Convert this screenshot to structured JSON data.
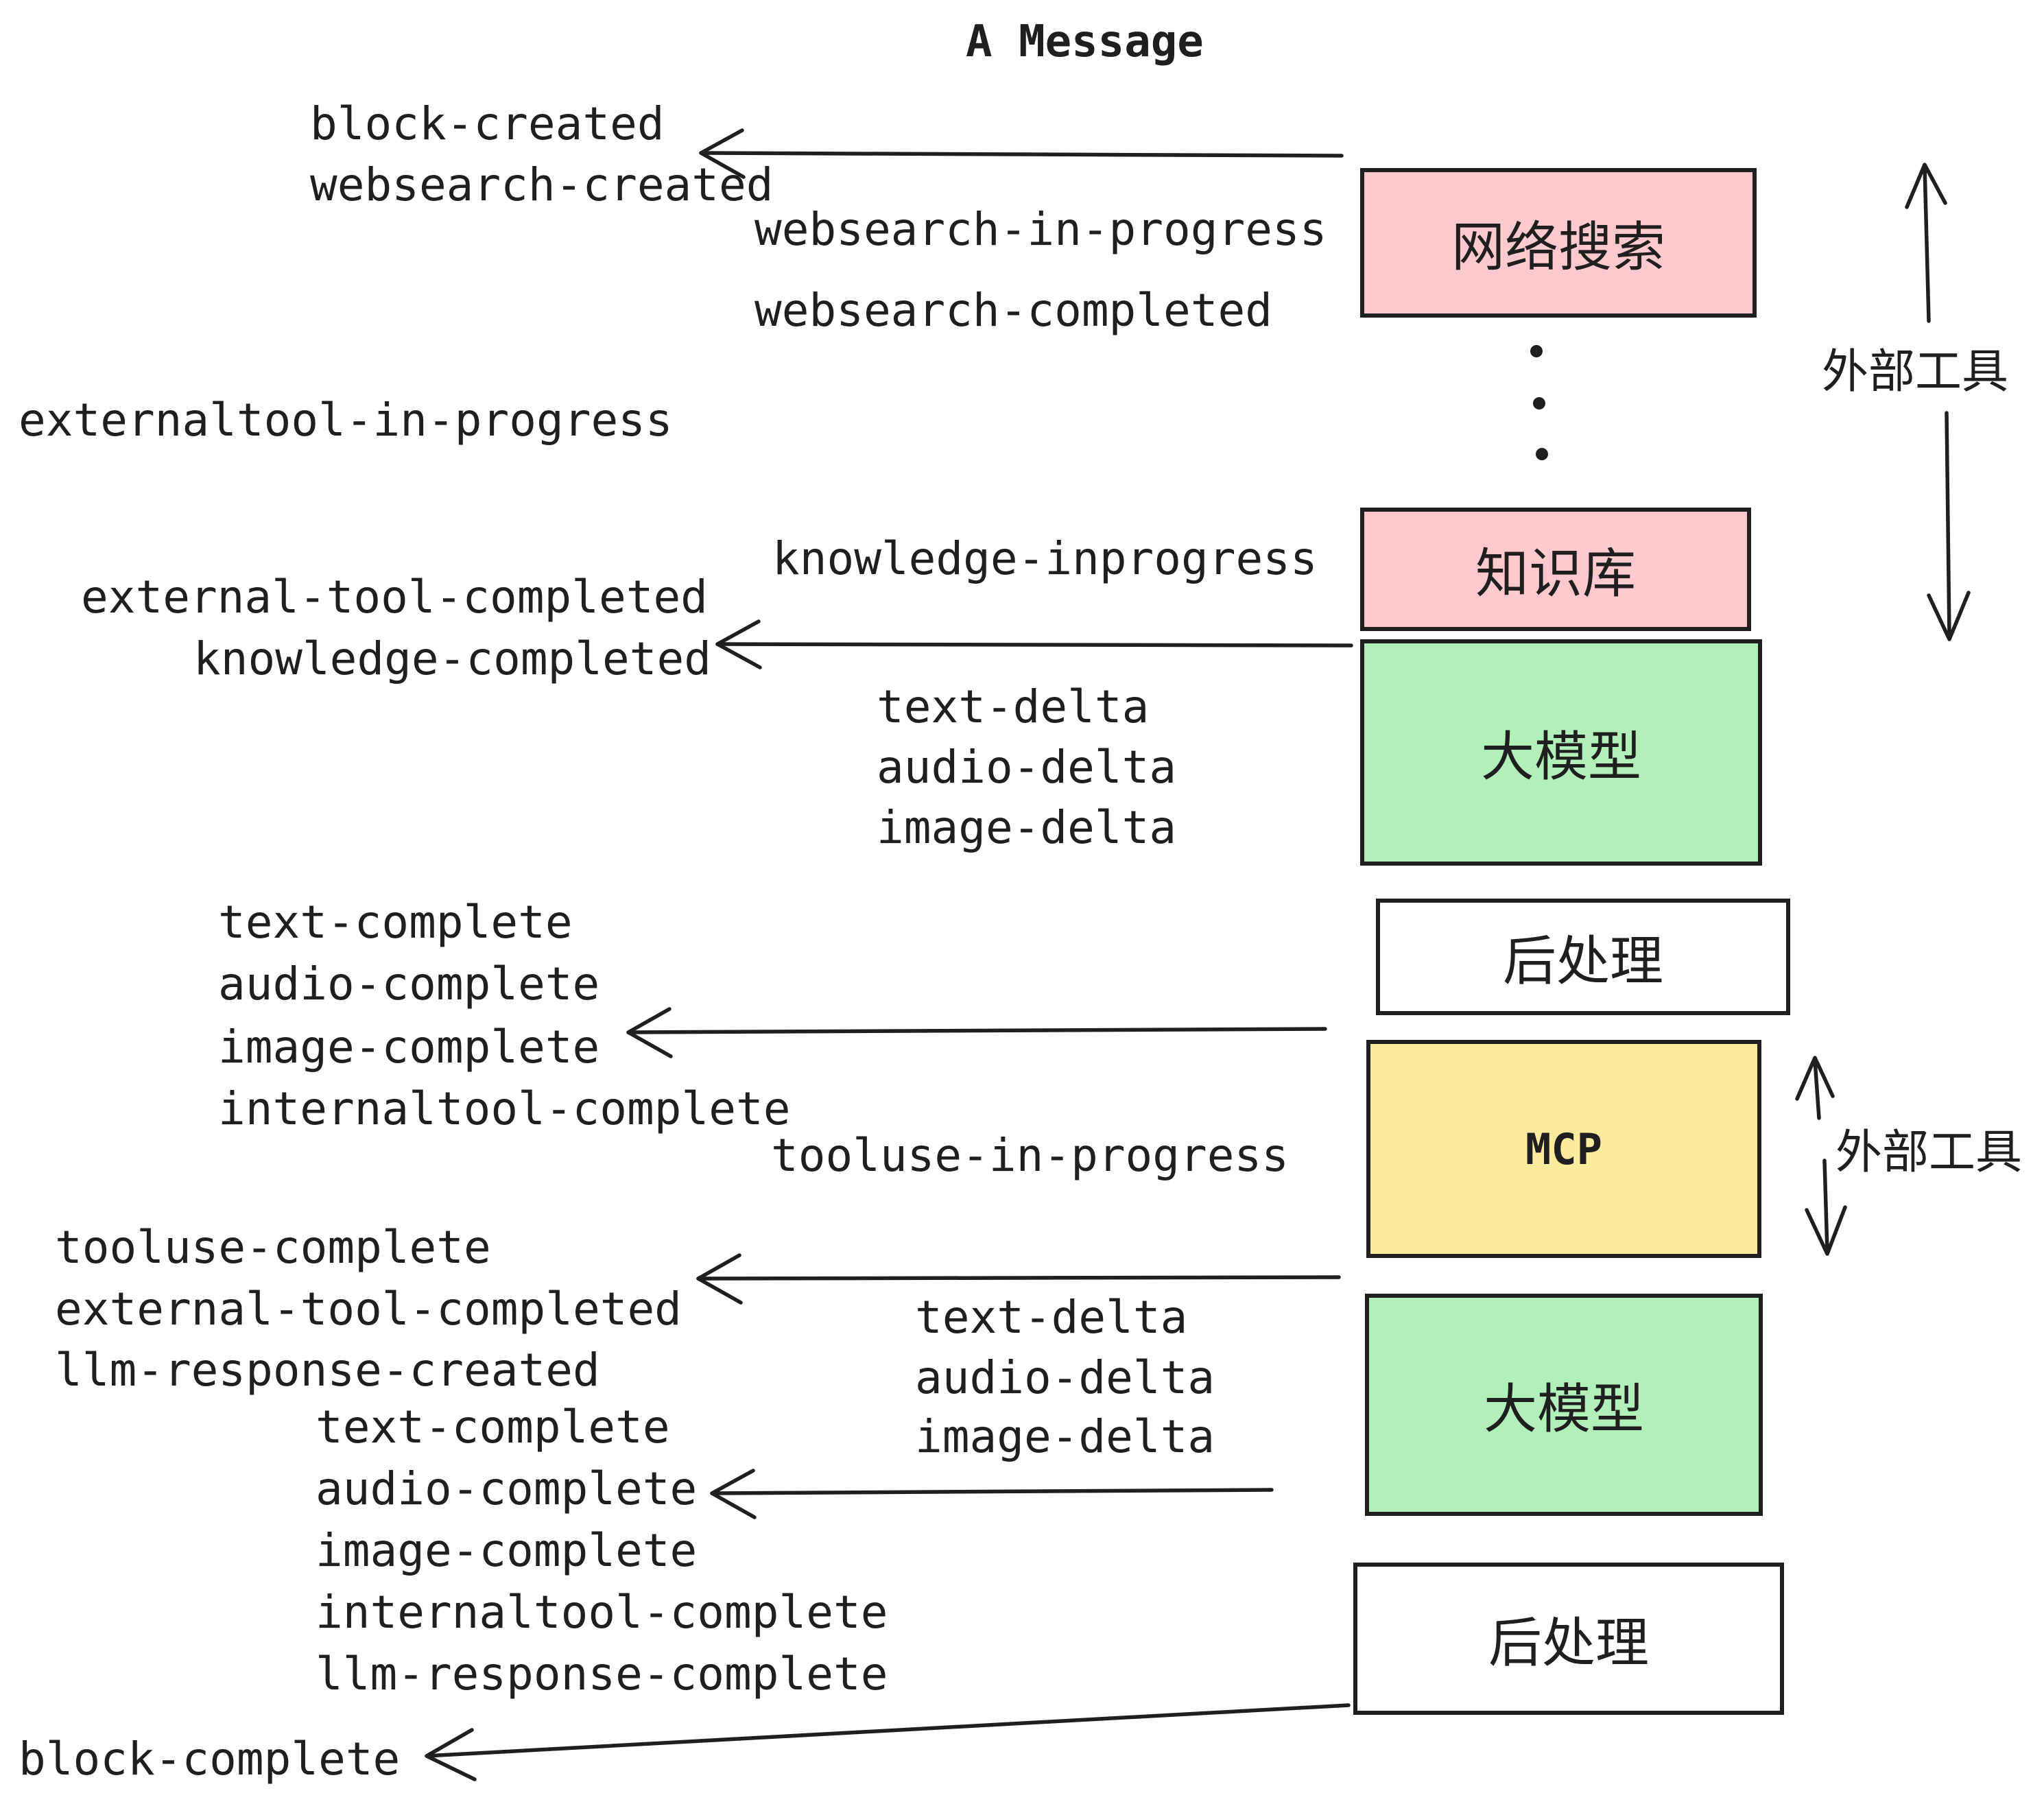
{
  "title": "A Message",
  "colors": {
    "ink": "#1f1f1f",
    "canvas": "#ffffff",
    "pink": "#ffc9cd",
    "green": "#b1f0b9",
    "yellow": "#fdeb9d",
    "white": "#ffffff"
  },
  "boxes": {
    "websearch": "网络搜索",
    "knowledge": "知识库",
    "llm": "大模型",
    "post": "后处理",
    "mcp": "MCP"
  },
  "side": {
    "external_tools": "外部工具"
  },
  "events": {
    "block_created": "block-created",
    "websearch_created": "websearch-created",
    "websearch_in_progress": "websearch-in-progress",
    "websearch_completed": "websearch-completed",
    "externaltool_in_progress": "externaltool-in-progress",
    "knowledge_inprogress": "knowledge-inprogress",
    "external_tool_completed": "external-tool-completed",
    "knowledge_completed": "knowledge-completed",
    "text_delta": "text-delta",
    "audio_delta": "audio-delta",
    "image_delta": "image-delta",
    "text_complete": "text-complete",
    "audio_complete": "audio-complete",
    "image_complete": "image-complete",
    "internaltool_complete": "internaltool-complete",
    "tooluse_in_progress": "tooluse-in-progress",
    "tooluse_complete": "tooluse-complete",
    "llm_response_created": "llm-response-created",
    "llm_response_complete": "llm-response-complete",
    "block_complete": "block-complete"
  }
}
